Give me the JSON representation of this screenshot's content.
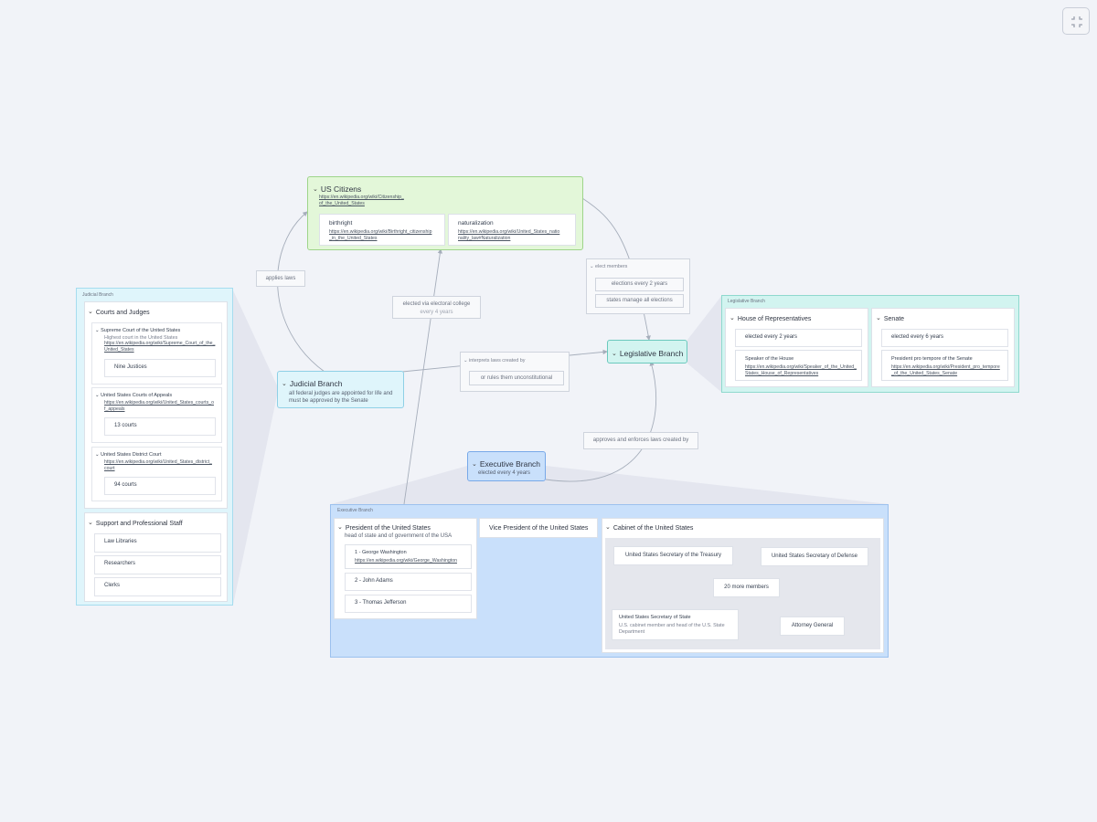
{
  "toolbar": {
    "collapse_icon": "collapse-icon"
  },
  "us_citizens": {
    "title": "US Citizens",
    "link_l1": "https://en.wikipedia.org/wiki/Citizenship_",
    "link_l2": "of_the_United_States",
    "birthright": {
      "label": "birthright",
      "link_l1": "https://en.wikipedia.org/wiki/Birthright_citizenship",
      "link_l2": "_in_the_United_States"
    },
    "naturalization": {
      "label": "naturalization",
      "link_l1": "https://en.wikipedia.org/wiki/United_States_natio",
      "link_l2": "nality_law#Naturalization"
    }
  },
  "edges": {
    "applies_laws": "applies laws",
    "electoral_l1": "elected via electoral college",
    "electoral_l2": "every 4 years",
    "elect_members": {
      "title": "elect members",
      "items": [
        "elections every 2 years",
        "states manage all elections"
      ]
    },
    "interprets": {
      "title": "interprets laws created by",
      "items": [
        "or rules them unconstitutional"
      ]
    },
    "approves": "approves and enforces laws created by"
  },
  "judicial_node": {
    "title": "Judicial Branch",
    "desc_l1": "all federal judges are appointed for life and",
    "desc_l2": "must be approved by the Senate"
  },
  "legislative_node": {
    "title": "Legislative Branch"
  },
  "executive_node": {
    "title": "Executive Branch",
    "desc": "elected every 4 years"
  },
  "judicial_panel": {
    "label": "Judicial Branch",
    "courts": {
      "title": "Courts and Judges",
      "supreme": {
        "title": "Supreme Court of the United States",
        "desc": "Highest court in the United States",
        "link_l1": "https://en.wikipedia.org/wiki/Supreme_Court_of_the_",
        "link_l2": "United_States",
        "child": "Nine Justices"
      },
      "appeals": {
        "title": "United States Courts of Appeals",
        "link_l1": "https://en.wikipedia.org/wiki/United_States_courts_o",
        "link_l2": "f_appeals",
        "child": "13 courts"
      },
      "district": {
        "title": "United States District Court",
        "link_l1": "https://en.wikipedia.org/wiki/United_States_district_",
        "link_l2": "court",
        "child": "94 courts"
      }
    },
    "staff": {
      "title": "Support and Professional Staff",
      "items": [
        "Law Libraries",
        "Researchers",
        "Clerks"
      ]
    }
  },
  "legislative_panel": {
    "label": "Legislative Branch",
    "house": {
      "title": "House of Representatives",
      "item1": "elected every 2 years",
      "item2_title": "Speaker of the House",
      "item2_link_l1": "https://en.wikipedia.org/wiki/Speaker_of_the_United_",
      "item2_link_l2": "States_House_of_Representatives"
    },
    "senate": {
      "title": "Senate",
      "item1": "elected every 6 years",
      "item2_title": "President pro tempore of the Senate",
      "item2_link_l1": "https://en.wikipedia.org/wiki/President_pro_tempore",
      "item2_link_l2": "_of_the_United_States_Senate"
    }
  },
  "executive_panel": {
    "label": "Executive Branch",
    "president": {
      "title": "President of the United States",
      "desc": "head of state and of government of the USA",
      "items": [
        {
          "label": "1 - George Washington",
          "link": "https://en.wikipedia.org/wiki/George_Washington"
        },
        {
          "label": "2 - John Adams"
        },
        {
          "label": "3 - Thomas Jefferson"
        }
      ]
    },
    "vp": {
      "title": "Vice President of the United States"
    },
    "cabinet": {
      "title": "Cabinet of the United States",
      "treasury": "United States Secretary of the Treasury",
      "defense": "United States Secretary of Defense",
      "more": "20 more members",
      "state": {
        "title": "United States Secretary of State",
        "desc_l1": "U.S. cabinet member and head of the U.S. State",
        "desc_l2": "Department"
      },
      "ag": "Attorney General"
    }
  },
  "colors": {
    "citizens": "#e3f7d9",
    "judicial": "#dff5fb",
    "legislative": "#d2f4f0",
    "executive": "#c9e0fb",
    "edge": "#a6aebb"
  }
}
